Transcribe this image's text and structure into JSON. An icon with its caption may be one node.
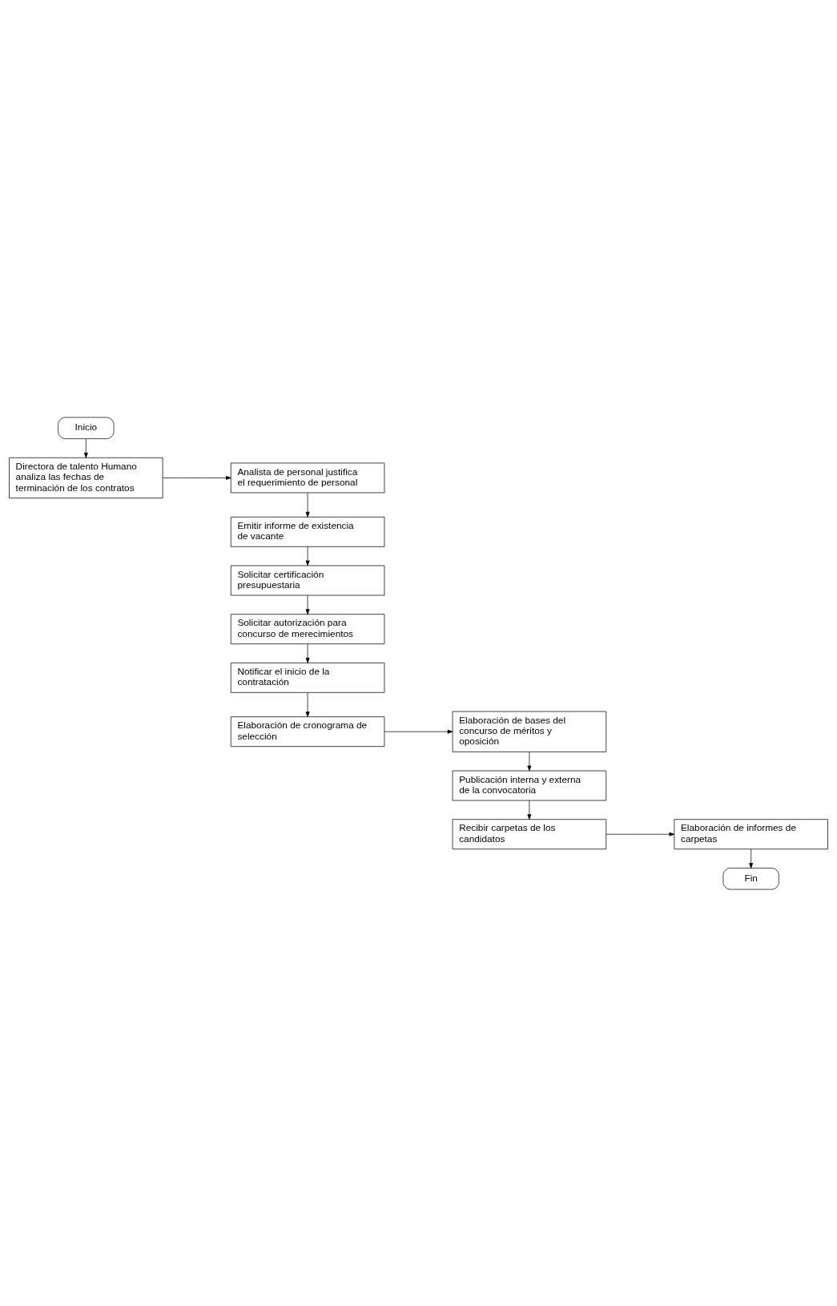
{
  "diagram": {
    "nodes": [
      {
        "text": [
          "Inicio"
        ]
      },
      {
        "text": [
          "Directora de talento Humano analiza las fechas de terminación de los contratos"
        ]
      },
      {
        "text": [
          "Analista de personal justifica el requerimiento de personal"
        ]
      },
      {
        "text": [
          "Emitir informe de existencia de vacante"
        ]
      },
      {
        "text": [
          "Solicitar certificación presupuestaria"
        ]
      },
      {
        "text": [
          "Solicitar autorización para concurso de merecimientos"
        ]
      },
      {
        "text": [
          "Notificar el inicio de la contratación"
        ]
      },
      {
        "text": [
          "Elaboración de cronograma de selección"
        ]
      },
      {
        "text": [
          "Elaboración de bases del concurso de méritos y oposición"
        ]
      },
      {
        "text": [
          "Publicación interna y externa de la convocatoria"
        ]
      },
      {
        "text": [
          "Recibir carpetas de los candidatos"
        ]
      },
      {
        "text": [
          "Elaboración de informes de carpetas"
        ]
      },
      {
        "text": [
          "Fin"
        ]
      }
    ],
    "edges": [
      {
        "from": 0,
        "to": 1,
        "arrow": "to"
      },
      {
        "from": 1,
        "to": 2,
        "arrow": "to"
      },
      {
        "from": 2,
        "to": 3,
        "arrow": "to"
      },
      {
        "from": 3,
        "to": 4,
        "arrow": "to"
      },
      {
        "from": 4,
        "to": 5,
        "arrow": "to"
      },
      {
        "from": 5,
        "to": 6,
        "arrow": "to"
      },
      {
        "from": 6,
        "to": 7,
        "arrow": "to"
      },
      {
        "from": 7,
        "to": 8,
        "arrow": "to"
      },
      {
        "from": 8,
        "to": 9,
        "arrow": "to"
      },
      {
        "from": 9,
        "to": 10,
        "arrow": "to"
      },
      {
        "from": 10,
        "to": 11,
        "arrow": "to"
      },
      {
        "from": 11,
        "to": 12,
        "arrow": "to"
      }
    ]
  }
}
